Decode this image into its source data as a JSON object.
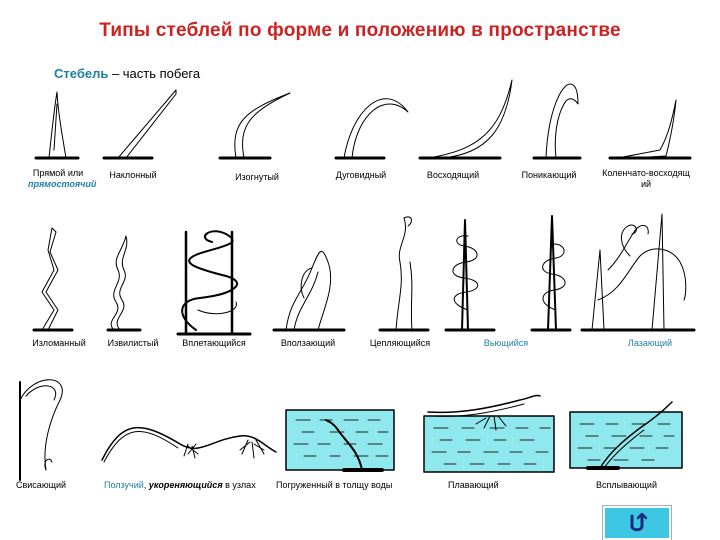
{
  "title": "Типы стеблей по форме и положению в пространстве",
  "subtitle": {
    "term": "Стебель",
    "rest": " – часть побега"
  },
  "labels": {
    "pryamoy": "Прямой или",
    "pryamostoyachiy": "прямостоячий",
    "naklonny": "Наклонный",
    "izognuty": "Изогнутый",
    "dugovidny": "Дуговидный",
    "voskhodyashchiy": "Восходящий",
    "ponikayushchiy": "Поникающий",
    "kolenchato": "Коленчато-восходящ",
    "kolenchato_end": "ий",
    "izlomanny": "Изломанный",
    "izvilisty": "Извилистый",
    "vpletayushchiysya": "Вплетающийся",
    "vpolzayushchiy": "Вползающий",
    "ceplyayushchiysya": "Цепляющийся",
    "vyushchiysya": "Вьющийся",
    "lazayushchiy": "Лазающий",
    "svisayushchiy": "Свисающий",
    "polzuchiy": "Ползучий",
    "polzuchiy_sep": ", ",
    "ukorenyayushchiysya": "укореняющийся",
    "v_uzlakh": " в узлах",
    "pogruzhenny": "Погруженный в толщу воды",
    "plavayushchiy": "Плавающий",
    "vsplyvayushchiy": "Всплывающий"
  },
  "nav": {
    "icon": "return-arrow-icon"
  },
  "colors": {
    "title": "#cc2222",
    "accent": "#1e7fa5",
    "water": "#8fe8ee",
    "button": "#3cc7e4"
  }
}
